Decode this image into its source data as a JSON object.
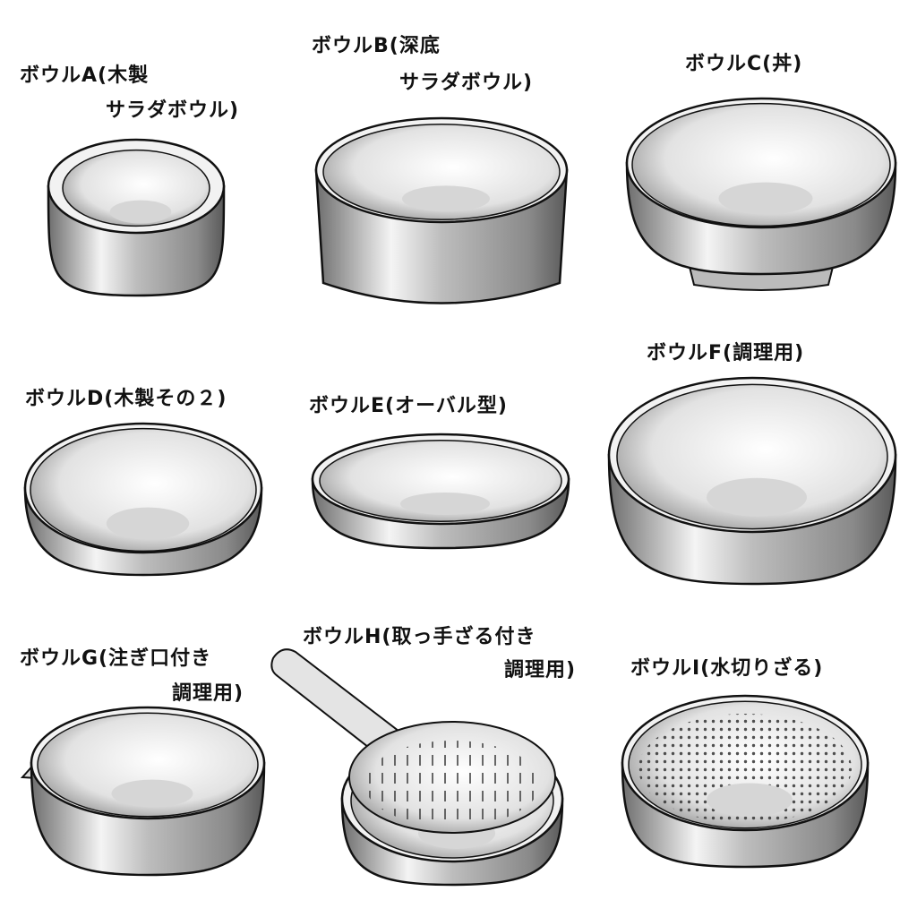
{
  "bowls": {
    "a": {
      "line1": "ボウルA(木製",
      "line2": "サラダボウル)"
    },
    "b": {
      "line1": "ボウルB(深底",
      "line2": "サラダボウル)"
    },
    "c": {
      "line1": "ボウルC(丼)"
    },
    "d": {
      "line1": "ボウルD(木製その２)"
    },
    "e": {
      "line1": "ボウルE(オーバル型)"
    },
    "f": {
      "line1": "ボウルF(調理用)"
    },
    "g": {
      "line1": "ボウルG(注ぎ口付き",
      "line2": "調理用)"
    },
    "h": {
      "line1": "ボウルH(取っ手ざる付き",
      "line2": "調理用)"
    },
    "i": {
      "line1": "ボウルI(水切りざる)"
    }
  },
  "colors": {
    "outline": "#111111",
    "shade_dark": "#6e6e6e",
    "shade_light": "#ffffff",
    "bottom": "#d6d6d6"
  }
}
